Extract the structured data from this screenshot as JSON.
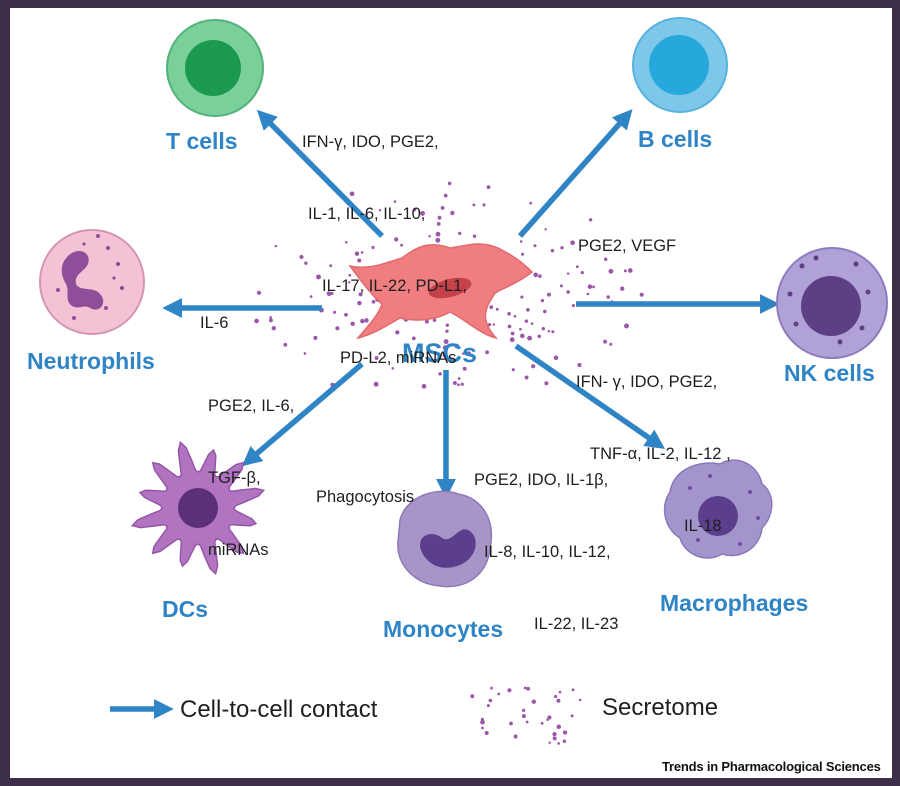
{
  "center": {
    "label": "MSCs"
  },
  "targets": {
    "t_cells": {
      "label": "T cells",
      "factors": [
        "IFN-γ, IDO, PGE2,",
        "IL-1, IL-6, IL-10,",
        "IL-17, IL-22, PD-L1,",
        "PD-L2, miRNAs"
      ]
    },
    "b_cells": {
      "label": "B cells",
      "factors": [
        "PGE2, VEGF"
      ]
    },
    "neutrophils": {
      "label": "Neutrophils",
      "factors": [
        "IL-6"
      ]
    },
    "nk_cells": {
      "label": "NK cells",
      "factors": [
        "IFN- γ, IDO, PGE2,",
        "TNF-α, IL-2, IL-12 ,",
        "IL-18"
      ]
    },
    "dcs": {
      "label": "DCs",
      "factors": [
        "PGE2, IL-6,",
        "TGF-β,",
        "miRNAs"
      ]
    },
    "monocytes": {
      "label": "Monocytes",
      "factors": [
        "Phagocytosis"
      ]
    },
    "macrophages": {
      "label": "Macrophages",
      "factors": [
        "PGE2, IDO, IL-1β,",
        "IL-8, IL-10, IL-12,",
        "IL-22, IL-23"
      ]
    }
  },
  "legend": {
    "contact": "Cell-to-cell contact",
    "secretome": "Secretome"
  },
  "credit": "Trends in Pharmacological Sciences",
  "colors": {
    "arrow": "#2f84c6",
    "label": "#2f84c6",
    "msc": "#f07e80",
    "secretome_dot": "#9c58a8",
    "t_cell": "#7ad098",
    "b_cell": "#7dc8ea",
    "neutrophil": "#efb6cc",
    "nk_cell": "#b0a1d6",
    "dc": "#b074c0",
    "monocyte": "#a795c8",
    "macrophage": "#a494cc"
  }
}
